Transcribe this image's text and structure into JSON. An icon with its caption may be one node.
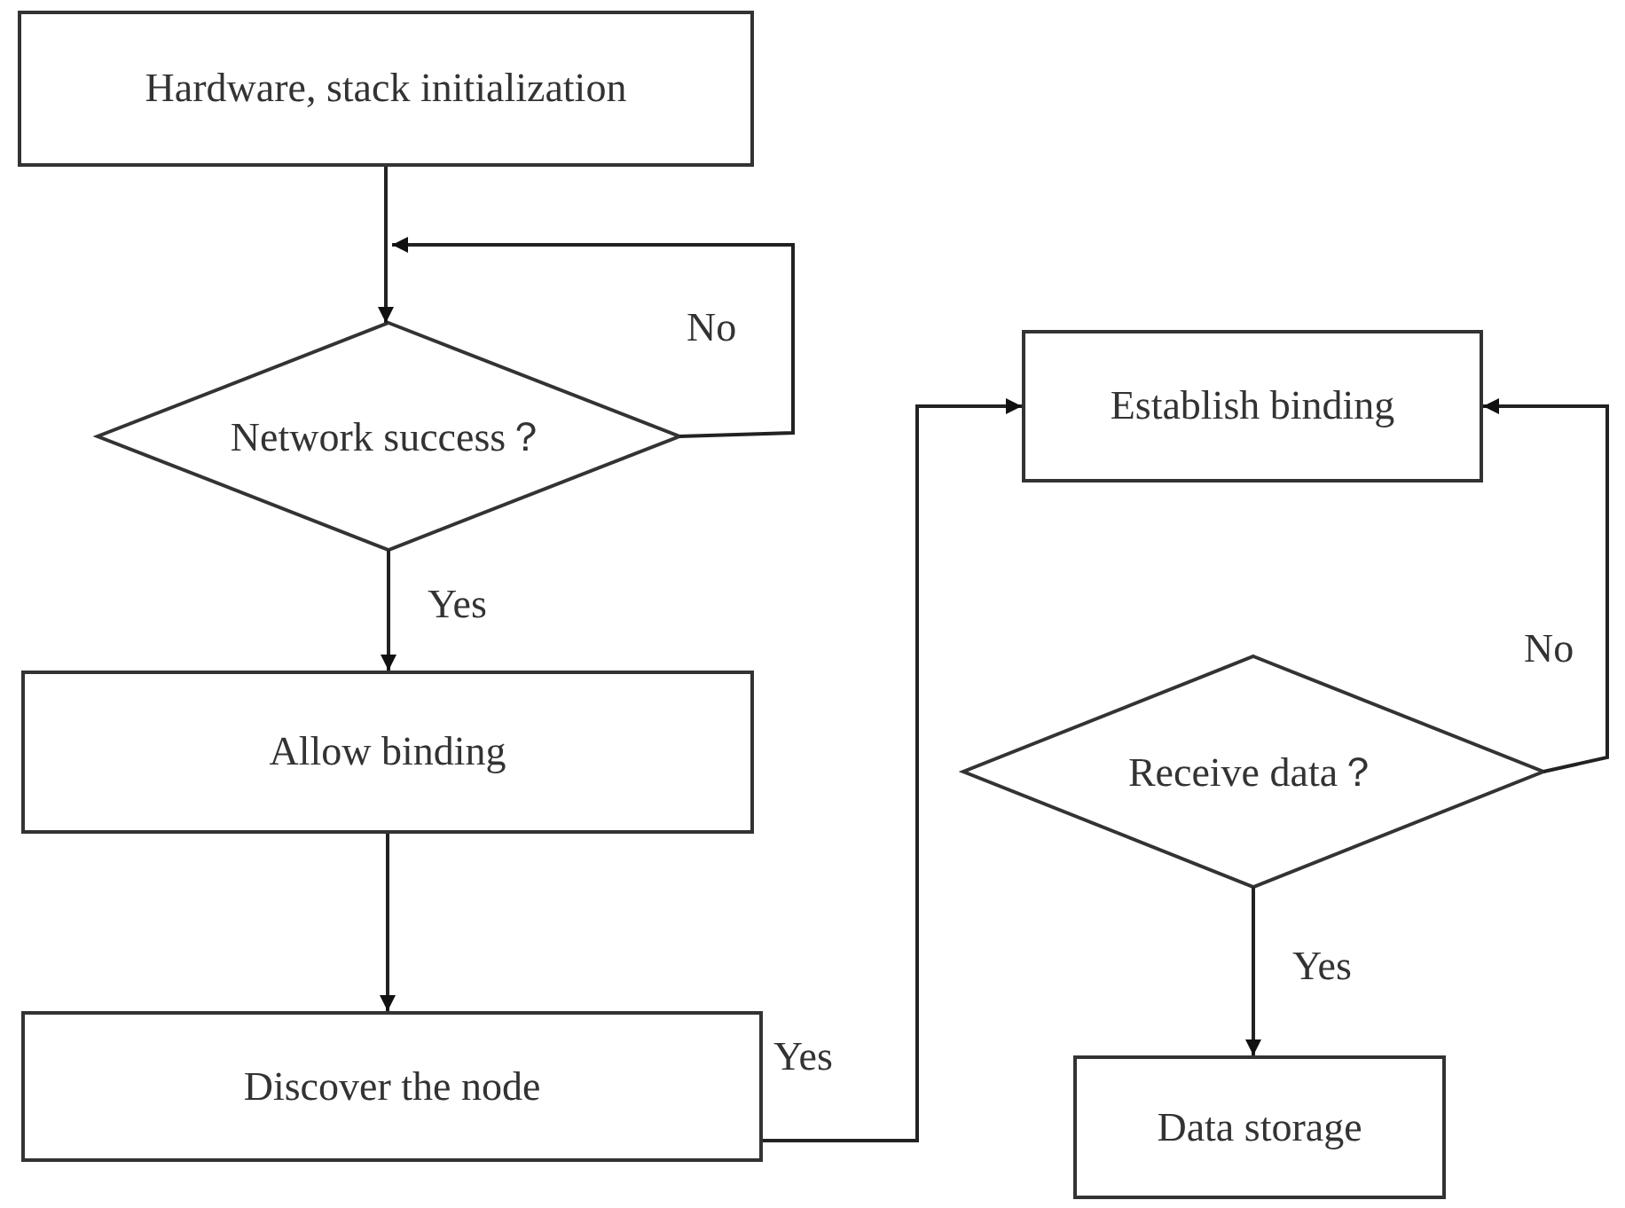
{
  "diagram": {
    "nodes": [
      {
        "text": [
          "Hardware, stack initialization"
        ]
      },
      {
        "text": [
          "Network success？"
        ]
      },
      {
        "text": [
          "Allow binding"
        ]
      },
      {
        "text": [
          "Discover the node"
        ]
      },
      {
        "text": [
          "Establish binding"
        ]
      },
      {
        "text": [
          "Receive data？"
        ]
      },
      {
        "text": [
          "Data storage"
        ]
      }
    ],
    "edges": [
      {
        "from": 0,
        "to": 1,
        "arrow": "to"
      },
      {
        "from": 1,
        "to": 1,
        "arrow": "to",
        "label": "No"
      },
      {
        "from": 1,
        "to": 2,
        "arrow": "to",
        "label": "Yes"
      },
      {
        "from": 2,
        "to": 3,
        "arrow": "to"
      },
      {
        "from": 3,
        "to": 4,
        "arrow": "to",
        "label": "Yes"
      },
      {
        "from": 5,
        "to": 4,
        "arrow": "to",
        "label": "No"
      },
      {
        "from": 5,
        "to": 6,
        "arrow": "to",
        "label": "Yes"
      }
    ]
  }
}
